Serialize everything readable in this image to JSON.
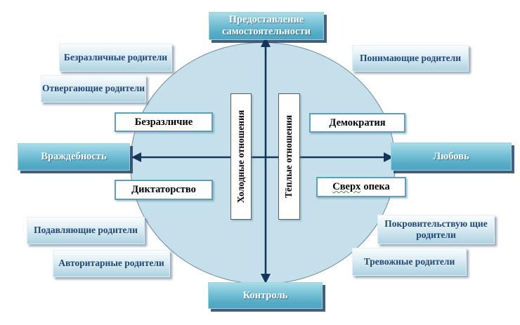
{
  "diagram": {
    "title_implicit": "Стили родительского отношения",
    "axes": {
      "vertical_top": "Предоставление самостоятельности",
      "vertical_bottom": "Контроль",
      "horizontal_left": "Враждебность",
      "horizontal_right": "Любовь"
    },
    "strips": {
      "cold": "Холодные отношения",
      "warm": "Тёплые отношения"
    },
    "quadrants": {
      "top_left": "Безразличие",
      "top_right": "Демократия",
      "bottom_left": "Диктаторство",
      "bottom_right_word1": "Сверх",
      "bottom_right_word2": "опека"
    },
    "parent_types": {
      "indifferent": "Безразличные родители",
      "rejecting": "Отвергающие родители",
      "understanding": "Понимающие родители",
      "suppressing": "Подавляющие родители",
      "authoritarian": "Авторитарные родители",
      "patronizing": "Покровительствую щие родители",
      "anxious": "Тревожные родители"
    },
    "colors": {
      "circle_fill": "#c5e0ea",
      "circle_border": "#6d8a99",
      "axis_line": "#14365a",
      "teal_box_top": "#a9dce8",
      "teal_box_bottom": "#4da5c1",
      "teal_box_shadow": "#17365d",
      "corner_box_top": "#fbfdfe",
      "corner_box_bottom": "#aed2e1",
      "corner_text": "#1f4875",
      "quad_border": "#5e9eb8",
      "quad_text": "#000000",
      "wavy_underline": "#3c9a3c",
      "background": "#ffffff"
    }
  }
}
